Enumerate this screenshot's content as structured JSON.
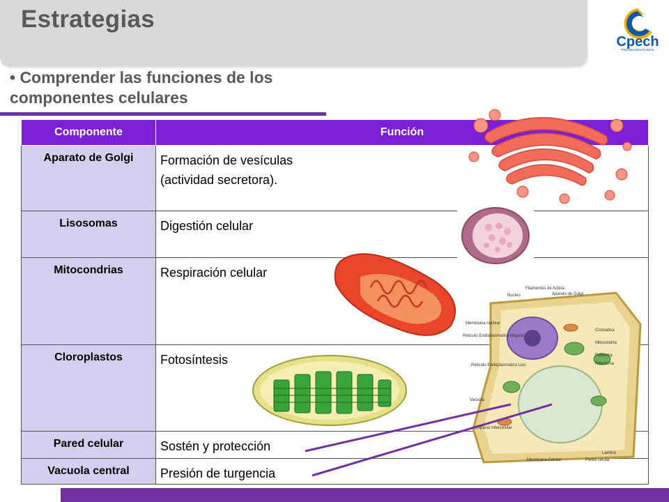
{
  "header": {
    "title": "Estrategias",
    "logo_text": "Cpech",
    "logo_subtext": "PREUNIVERSITARIOS"
  },
  "subtitle": "• Comprender las funciones de los componentes celulares",
  "table": {
    "headers": [
      "Componente",
      "Función"
    ],
    "rows": [
      {
        "component": "Aparato de Golgi",
        "function": "Formación de vesículas (actividad secretora)."
      },
      {
        "component": "Lisosomas",
        "function": "Digestión celular"
      },
      {
        "component": "Mitocondrias",
        "function": "Respiración celular"
      },
      {
        "component": "Cloroplastos",
        "function": "Fotosíntesis"
      },
      {
        "component": "Pared celular",
        "function": "Sostén y protección"
      },
      {
        "component": "Vacuola central",
        "function": "Presión de turgencia"
      }
    ]
  },
  "cell_diagram_labels": {
    "nucleo": "Nucleo",
    "filamentos": "Filamentos de Actina",
    "aparato": "Aparato de Golgi",
    "membrana_nuclear": "Membrana nuclear",
    "reticulo_endo": "Reticulo Endoplasmatico Rugoso",
    "cromatina": "Cromatina",
    "mitocondria": "Mitocondria",
    "poliosoma": "Polisoma",
    "ribosoma": "Ribosoma",
    "reticulo_liso": "Reticulo Endoplasmatico Liso",
    "vacuola": "Vacuola",
    "espacio": "Espacio Intercelular",
    "lamina": "Lamina",
    "membrana_celular": "Membrana Celular",
    "pared_celular": "Pared celular"
  },
  "colors": {
    "accent": "#7030a0",
    "header_bg": "#7b20d6",
    "component_bg": "#d3d0ef",
    "title_gray": "#595959"
  }
}
